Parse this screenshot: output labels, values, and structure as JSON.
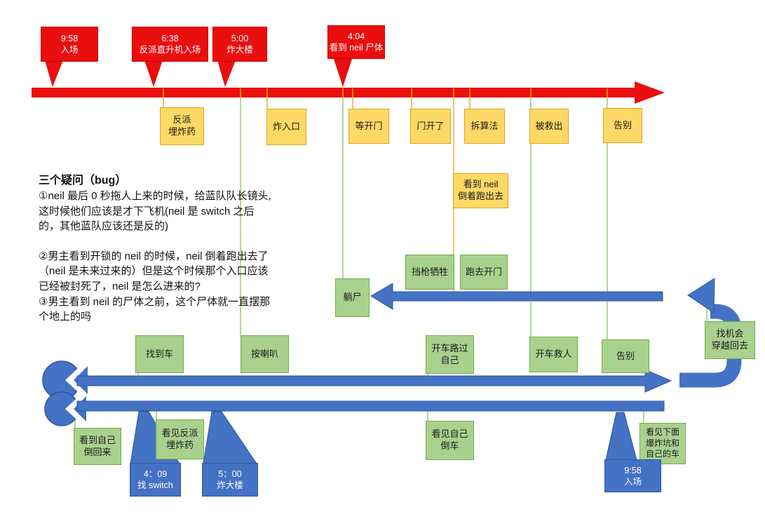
{
  "colors": {
    "timeline_red": "#ea0e0e",
    "event_yellow": "#ffd966",
    "event_yellow_border": "#d9a420",
    "event_green": "#a9d18e",
    "event_green_border": "#70ad47",
    "timeline_blue": "#4472c4",
    "timeline_blue_border": "#2f5597",
    "connector_green": "#8fbc6f",
    "connector_orange": "#dfa32a"
  },
  "notes": {
    "title": "三个疑问（bug）",
    "q1": "①neil 最后 0 秒拖人上来的时候，给蓝队队长镜头, 这时候他们应该是才下飞机(neil 是 switch 之后的，其他蓝队应该还是反的)",
    "q2": "②男主看到开锁的 neil 的时候，neil 倒着跑出去了（neil 是未来过来的）但是这个时候那个入口应该已经被封死了，neil 是怎么进来的?",
    "q3": "③男主看到 neil 的尸体之前，这个尸体就一直摆那个地上的吗"
  },
  "red_timeline": {
    "callouts": [
      {
        "time": "9:58",
        "label": "入场"
      },
      {
        "time": "6:38",
        "label": "反派直升机入场"
      },
      {
        "time": "5:00",
        "label": "炸大楼"
      },
      {
        "time": "4:04",
        "label": "看到 neil 尸体"
      }
    ],
    "events": [
      {
        "lines": [
          "反派",
          "埋炸药"
        ]
      },
      {
        "lines": [
          "炸入口"
        ]
      },
      {
        "lines": [
          "等开门"
        ]
      },
      {
        "lines": [
          "门开了"
        ]
      },
      {
        "lines": [
          "拆算法"
        ]
      },
      {
        "lines": [
          "被救出"
        ]
      },
      {
        "lines": [
          "告别"
        ]
      }
    ]
  },
  "mid_events": {
    "saw_neil_run_backwards": {
      "lines": [
        "看到 neil",
        "倒着跑出去"
      ]
    },
    "block_bullet": {
      "lines": [
        "挡枪牺牲"
      ]
    },
    "run_to_open_door": {
      "lines": [
        "跑去开门"
      ]
    },
    "lying_body": {
      "lines": [
        "躺尸"
      ]
    },
    "find_chance_invert": {
      "lines": [
        "找机会",
        "穿越回去"
      ]
    }
  },
  "forward_timeline": {
    "events": [
      {
        "lines": [
          "找到车"
        ]
      },
      {
        "lines": [
          "按喇叭"
        ]
      },
      {
        "lines": [
          "开车路过",
          "自己"
        ]
      },
      {
        "lines": [
          "开车救人"
        ]
      },
      {
        "lines": [
          "告别"
        ]
      }
    ]
  },
  "inverted_timeline": {
    "events": [
      {
        "lines": [
          "看到自己",
          "倒回来"
        ]
      },
      {
        "lines": [
          "看见反派",
          "埋炸药"
        ]
      },
      {
        "lines": [
          "看见自己",
          "倒车"
        ]
      },
      {
        "lines": [
          "看见下面",
          "爆炸坑和",
          "自己的车"
        ]
      }
    ],
    "callouts": [
      {
        "time": "4：09",
        "label": "找 switch"
      },
      {
        "time": "5：00",
        "label": "炸大楼"
      },
      {
        "time": "9:58",
        "label": "入场"
      }
    ]
  }
}
